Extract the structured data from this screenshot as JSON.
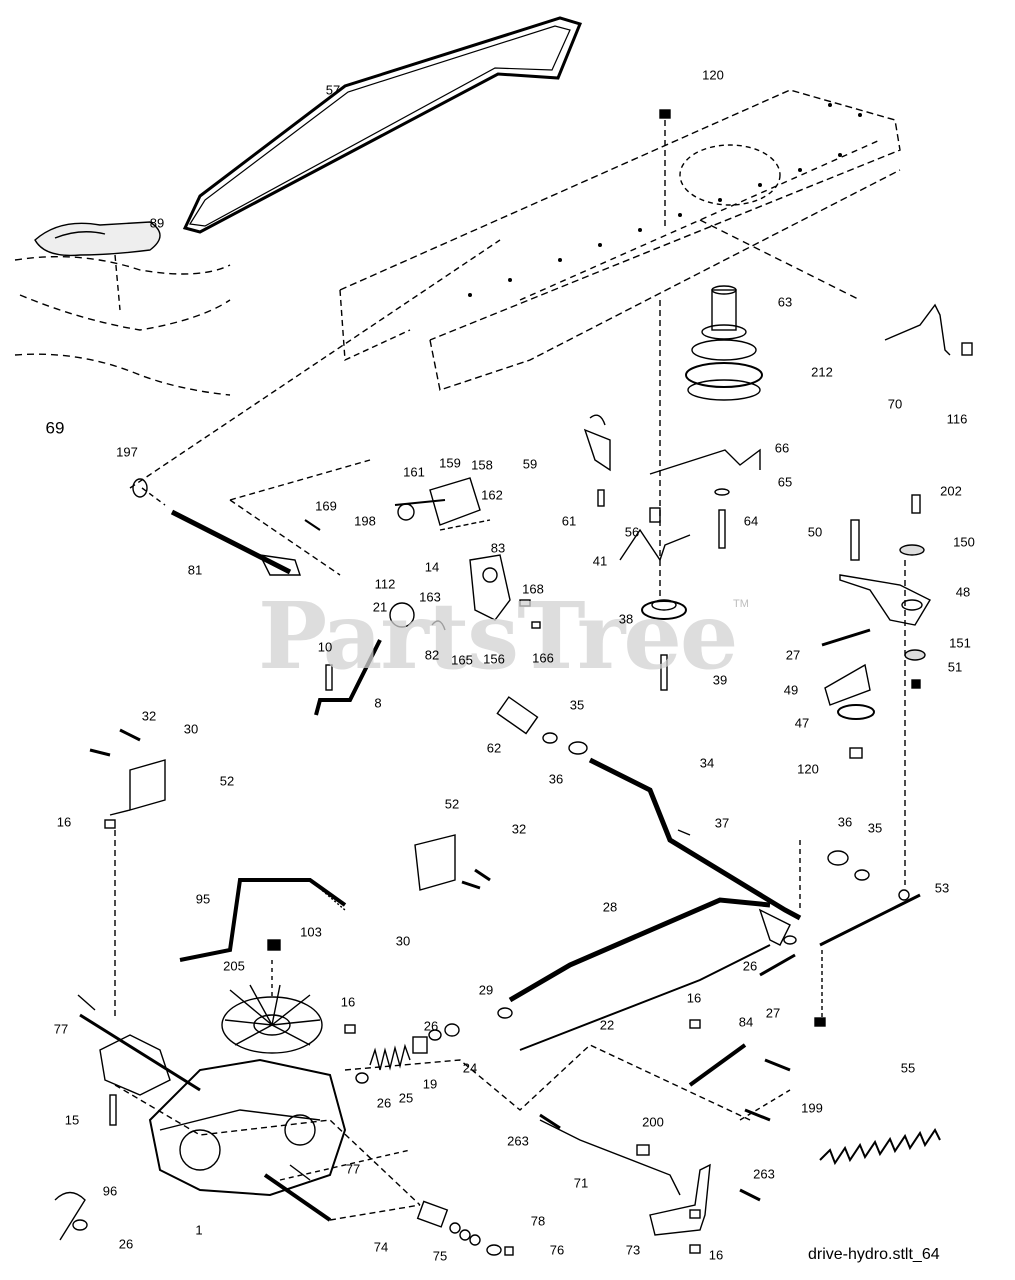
{
  "diagram": {
    "watermark": "PartsTree",
    "trademark": "TM",
    "filename": "drive-hydro.stlt_64",
    "callouts": [
      "57",
      "120",
      "89",
      "63",
      "212",
      "70",
      "116",
      "69",
      "66",
      "65",
      "59",
      "197",
      "161",
      "159",
      "158",
      "64",
      "202",
      "61",
      "169",
      "162",
      "198",
      "56",
      "50",
      "150",
      "83",
      "41",
      "48",
      "81",
      "112",
      "14",
      "168",
      "38",
      "163",
      "21",
      "27",
      "151",
      "82",
      "165",
      "156",
      "166",
      "51",
      "10",
      "39",
      "49",
      "47",
      "8",
      "35",
      "62",
      "32",
      "120",
      "30",
      "36",
      "52",
      "34",
      "16",
      "37",
      "36",
      "35",
      "52",
      "32",
      "53",
      "30",
      "95",
      "103",
      "28",
      "205",
      "26",
      "27",
      "29",
      "22",
      "16",
      "26",
      "84",
      "16",
      "77",
      "24",
      "19",
      "25",
      "26",
      "55",
      "199",
      "15",
      "200",
      "263",
      "77",
      "71",
      "263",
      "96",
      "1",
      "78",
      "26",
      "74",
      "75",
      "76",
      "73",
      "16"
    ]
  }
}
